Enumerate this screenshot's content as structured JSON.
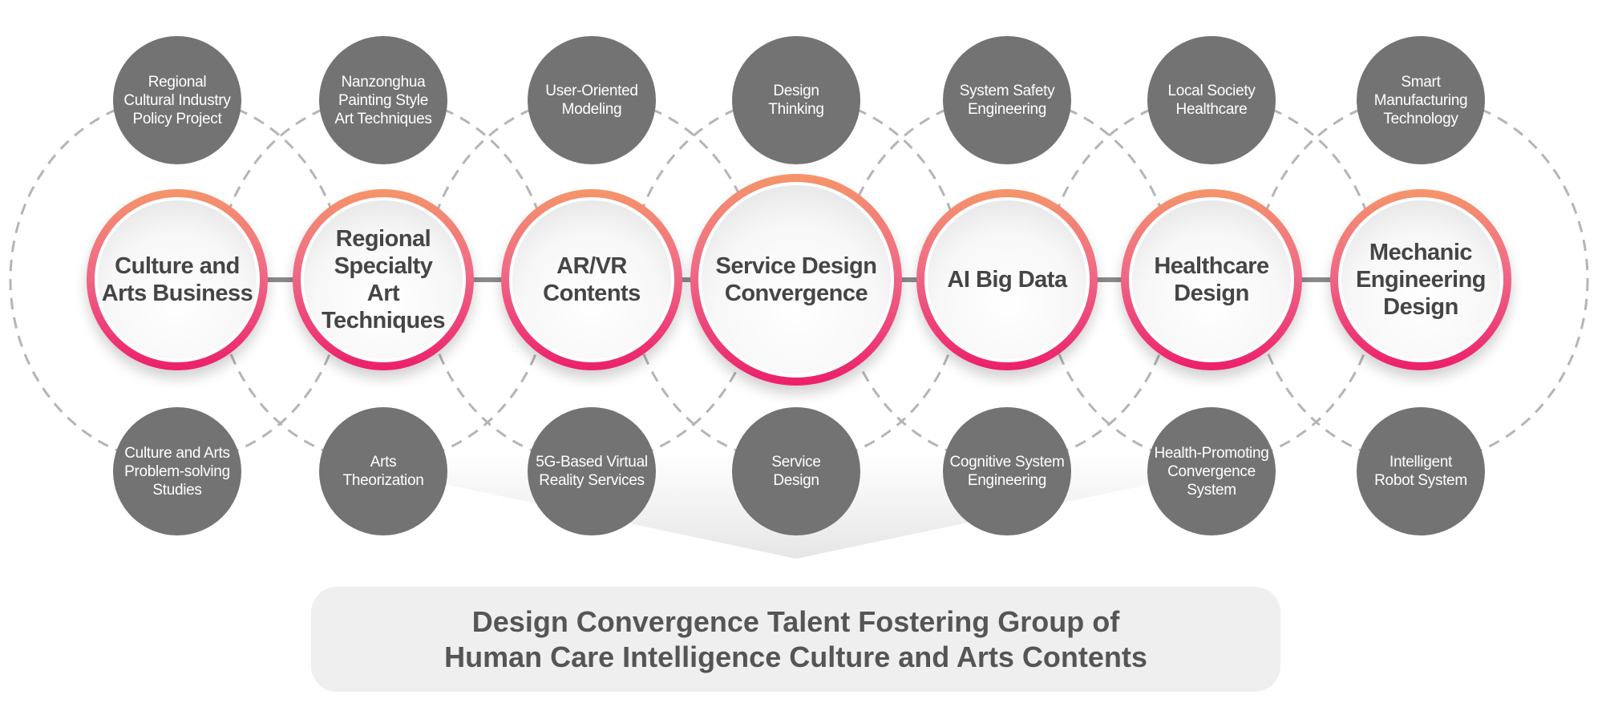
{
  "columns": [
    {
      "main": "Culture and\nArts Business",
      "top": "Regional\nCultural Industry\nPolicy Project",
      "bottom": "Culture and Arts\nProblem-solving\nStudies"
    },
    {
      "main": "Regional\nSpecialty\nArt Techniques",
      "top": "Nanzonghua\nPainting Style\nArt Techniques",
      "bottom": "Arts\nTheorization"
    },
    {
      "main": "AR/VR\nContents",
      "top": "User-Oriented\nModeling",
      "bottom": "5G-Based Virtual\nReality Services"
    },
    {
      "main": "Service Design\nConvergence",
      "top": "Design\nThinking",
      "bottom": "Service\nDesign"
    },
    {
      "main": "AI Big Data",
      "top": "System Safety\nEngineering",
      "bottom": "Cognitive System\nEngineering"
    },
    {
      "main": "Healthcare\nDesign",
      "top": "Local Society\nHealthcare",
      "bottom": "Health-Promoting\nConvergence\nSystem"
    },
    {
      "main": "Mechanic\nEngineering\nDesign",
      "top": "Smart\nManufacturing\nTechnology",
      "bottom": "Intelligent\nRobot System"
    }
  ],
  "footer": {
    "line1": "Design Convergence Talent Fostering Group of",
    "line2": "Human Care Intelligence Culture and Arts Contents"
  },
  "colors": {
    "ring_top": "#f5956a",
    "ring_bottom": "#ec1f6b",
    "sub_circle": "#737373",
    "text": "#454545"
  }
}
